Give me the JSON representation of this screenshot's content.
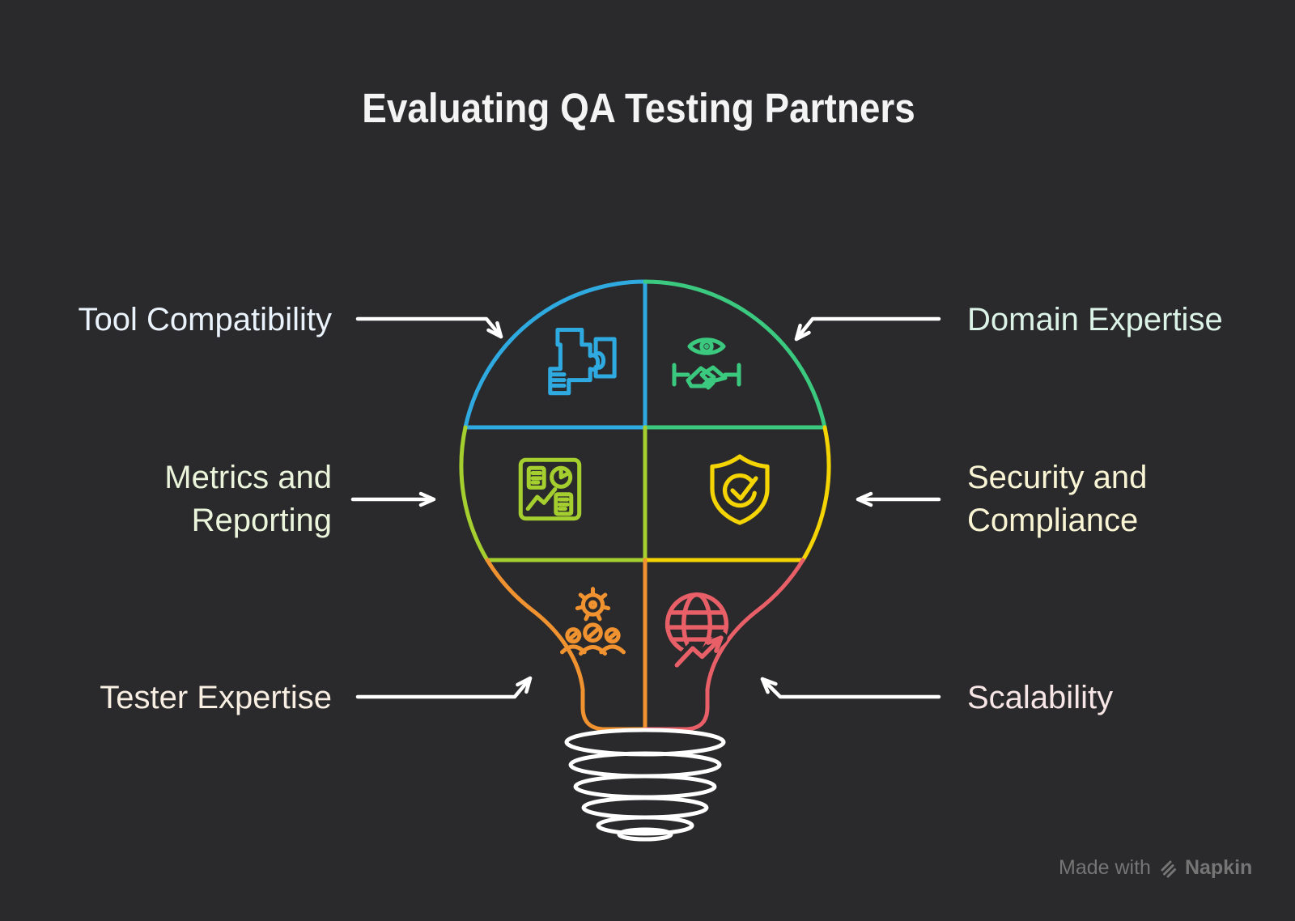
{
  "title": {
    "text": "Evaluating QA Testing Partners",
    "color": "#F4F4F4"
  },
  "diagram": {
    "type": "lightbulb-six-segment-infographic",
    "center_object": "lightbulb",
    "background": "#2A2A2C",
    "arrow_color": "#FFFFFF",
    "bulb_base_color": "#FFFFFF",
    "segments": [
      {
        "label": "Tool Compatibility",
        "icon": "puzzle-icon",
        "position": "top-left",
        "segment_color": "#2EAAE1",
        "label_color": "#EAF3FB"
      },
      {
        "label": "Domain Expertise",
        "icon": "eye-handshake-icon",
        "position": "top-right",
        "segment_color": "#3BC87F",
        "label_color": "#DCF3E7"
      },
      {
        "label": "Metrics and Reporting",
        "icon": "report-charts-icon",
        "position": "middle-left",
        "segment_color": "#A4CF2F",
        "label_color": "#EBF5DB"
      },
      {
        "label": "Security and Compliance",
        "icon": "shield-check-icon",
        "position": "middle-right",
        "segment_color": "#F4D403",
        "label_color": "#F9F5D4"
      },
      {
        "label": "Tester Expertise",
        "icon": "gear-team-icon",
        "position": "bottom-left",
        "segment_color": "#F0922F",
        "label_color": "#F8EEE1"
      },
      {
        "label": "Scalability",
        "icon": "globe-growth-icon",
        "position": "bottom-right",
        "segment_color": "#E85F68",
        "label_color": "#F8E6E6"
      }
    ]
  },
  "watermark": {
    "prefix": "Made with",
    "brand": "Napkin",
    "color": "#757575"
  }
}
